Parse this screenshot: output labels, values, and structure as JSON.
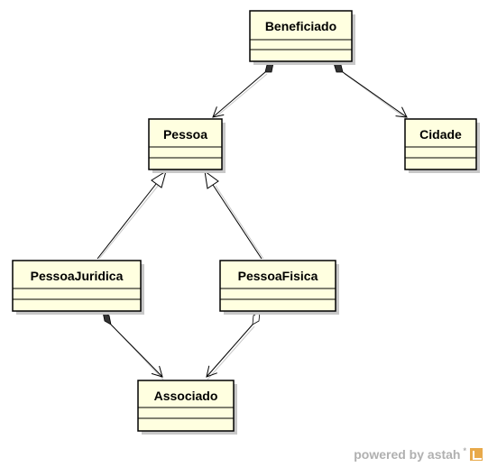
{
  "diagram": {
    "classes": {
      "beneficiado": "Beneficiado",
      "pessoa": "Pessoa",
      "cidade": "Cidade",
      "pessoa_juridica": "PessoaJuridica",
      "pessoa_fisica": "PessoaFisica",
      "associado": "Associado"
    }
  },
  "colors": {
    "class_fill": "#ffffe0",
    "class_border": "#000000",
    "shadow": "#c8c8c8",
    "diamond_filled": "#333333"
  },
  "watermark": {
    "text": "powered by astah",
    "mark": "*"
  }
}
